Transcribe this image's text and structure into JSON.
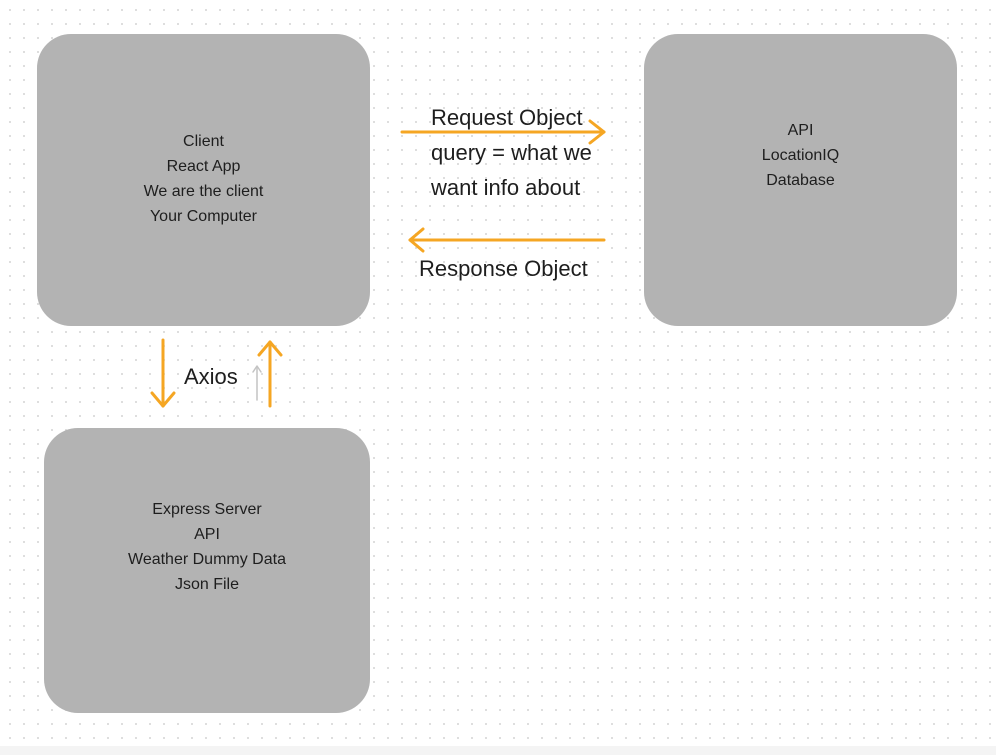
{
  "nodes": {
    "client": {
      "lines": [
        "Client",
        "React App",
        "We are the client",
        "Your Computer"
      ]
    },
    "api": {
      "lines": [
        "API",
        "LocationIQ",
        "Database"
      ]
    },
    "server": {
      "lines": [
        "Express Server",
        "API",
        "Weather Dummy Data",
        "Json File"
      ]
    }
  },
  "connectors": {
    "request": {
      "lines": [
        "Request Object",
        "query = what we",
        "want info about"
      ]
    },
    "response": {
      "label": "Response Object"
    },
    "axios": {
      "label": "Axios"
    }
  },
  "colors": {
    "node_fill": "#b3b3b3",
    "arrow": "#f5a623",
    "faint_arrow": "#c4c4c4",
    "text": "#1e1e1e"
  }
}
